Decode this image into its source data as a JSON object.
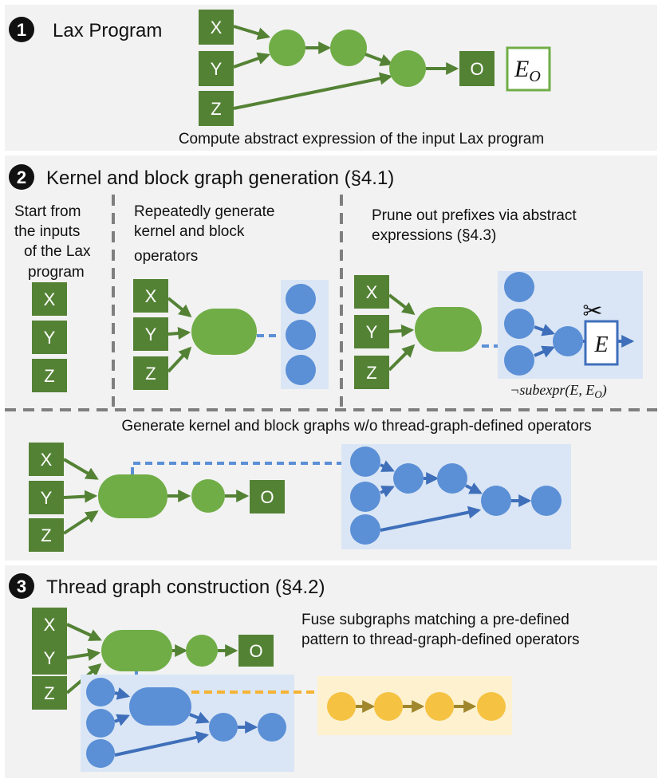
{
  "colors": {
    "panel_bg": "#f2f2f2",
    "green_box": "#548235",
    "green_node": "#70ad47",
    "blue_node": "#5b8fd6",
    "blue_panel": "#dae6f5",
    "yellow_node": "#f5c242",
    "yellow_panel": "#fdf1cf",
    "dashed_gray": "#7f7f7f",
    "dashed_blue": "#5b8fd6",
    "dashed_yellow": "#f5b335"
  },
  "step1": {
    "number": "1",
    "title": "Lax Program",
    "inputs": [
      "X",
      "Y",
      "Z"
    ],
    "output": "O",
    "expr_main": "E",
    "expr_sub": "O",
    "caption": "Compute abstract expression of the input Lax program"
  },
  "step2": {
    "number": "2",
    "title": "Kernel and block graph generation (§4.1)",
    "col1": [
      "Start from",
      "the inputs",
      "of the Lax",
      "program"
    ],
    "col2": [
      "Repeatedly generate",
      "kernel and block",
      "operators"
    ],
    "col3": [
      "Prune out prefixes via abstract",
      "expressions (§4.3)"
    ],
    "inputs": [
      "X",
      "Y",
      "Z"
    ],
    "expr_box": "E",
    "subexpr_label": "¬subexpr(E, E",
    "subexpr_sub": "O",
    "subexpr_close": ")",
    "scissors_icon": "✂",
    "caption": "Generate kernel and block graphs w/o thread-graph-defined operators",
    "output": "O"
  },
  "step3": {
    "number": "3",
    "title": "Thread graph construction (§4.2)",
    "inputs": [
      "X",
      "Y",
      "Z"
    ],
    "output": "O",
    "desc": [
      "Fuse subgraphs matching a pre-defined",
      "pattern to thread-graph-defined operators"
    ]
  }
}
